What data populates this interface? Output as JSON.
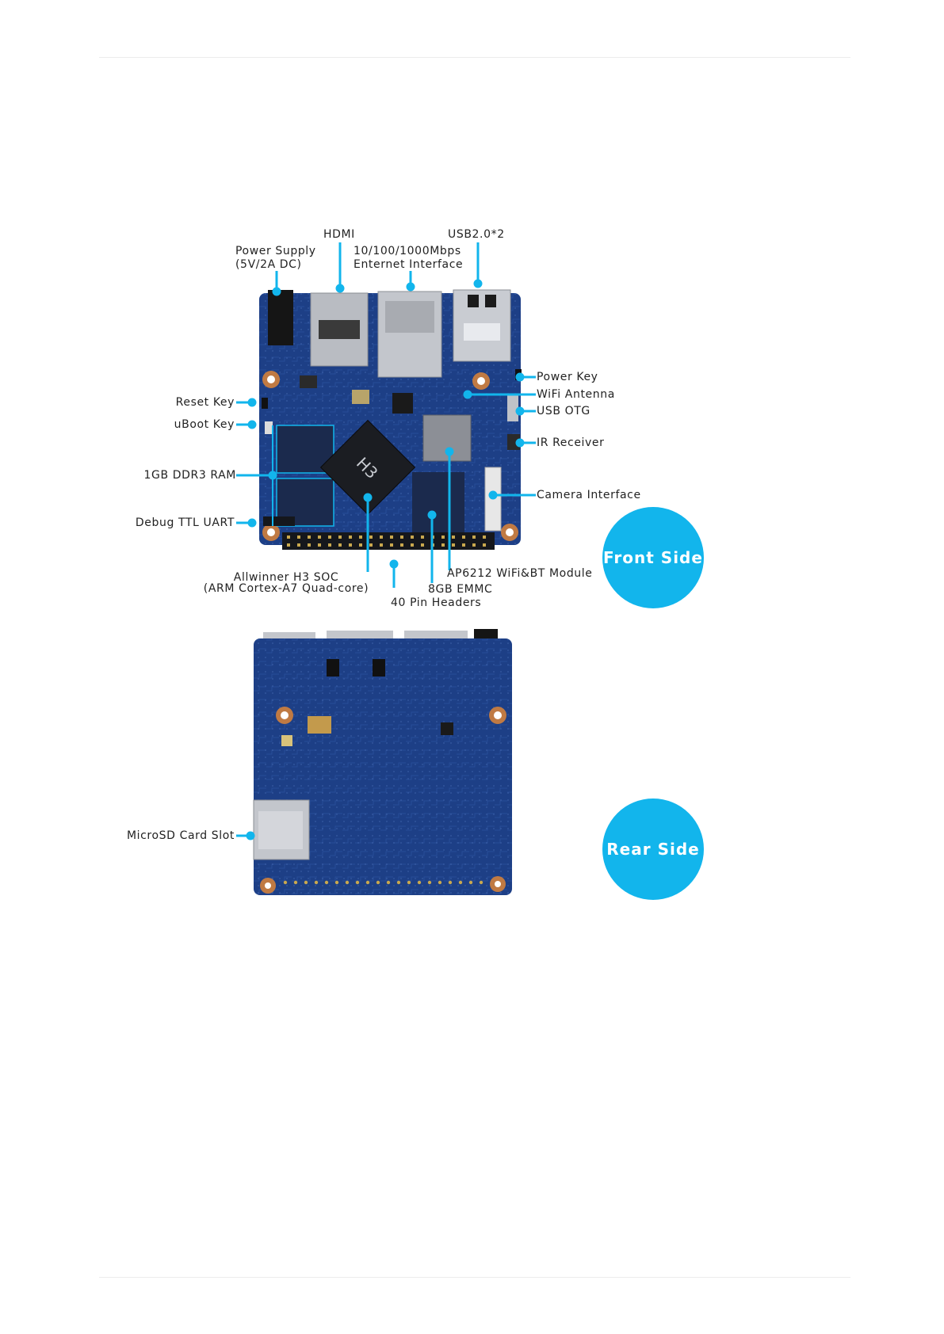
{
  "front_labels": {
    "hdmi": "HDMI",
    "usb": "USB2.0*2",
    "power_supply_1": "Power Supply",
    "power_supply_2": "(5V/2A DC)",
    "ethernet_1": "10/100/1000Mbps",
    "ethernet_2": "Enternet Interface",
    "power_key": "Power Key",
    "wifi_antenna": "WiFi Antenna",
    "usb_otg": "USB OTG",
    "ir_receiver": "IR Receiver",
    "camera_interface": "Camera Interface",
    "reset_key": "Reset Key",
    "uboot_key": "uBoot Key",
    "ram": "1GB DDR3 RAM",
    "debug_uart": "Debug TTL UART",
    "soc_1": "Allwinner H3 SOC",
    "soc_2": "(ARM Cortex-A7 Quad-core)",
    "wifi_bt_module": "AP6212 WiFi&BT Module",
    "emmc": "8GB EMMC",
    "pin_headers": "40 Pin Headers"
  },
  "rear_labels": {
    "microsd": "MicroSD Card Slot"
  },
  "badges": {
    "front": "Front Side",
    "rear": "Rear Side"
  },
  "board_chip_markings": {
    "soc": "H3"
  },
  "colors": {
    "accent": "#12b5ec",
    "pcb": "#1d3f86",
    "pcb_dark": "#142e66"
  }
}
